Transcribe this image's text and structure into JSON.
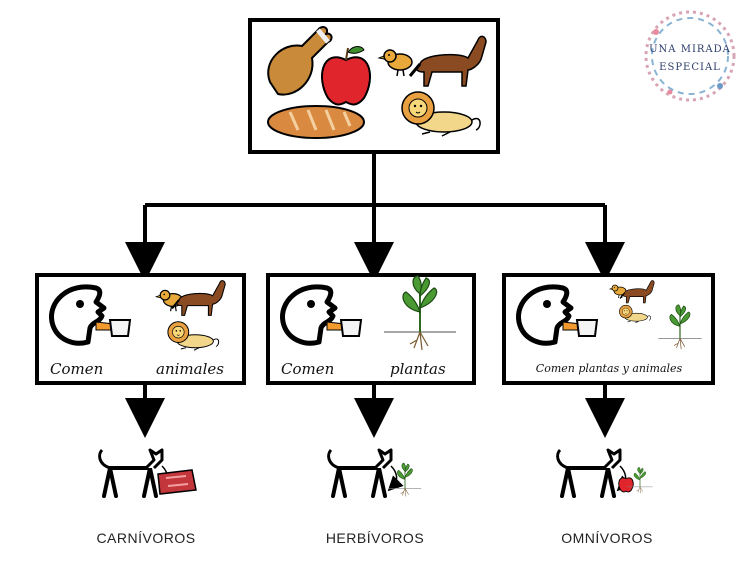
{
  "logo": {
    "line1": "UNA MIRADA",
    "line2": "ESPECIAL"
  },
  "boxes": [
    {
      "verb": "Comen",
      "object": "animales"
    },
    {
      "verb": "Comen",
      "object": "plantas"
    },
    {
      "full_text": "Comen plantas y animales"
    }
  ],
  "categories": [
    {
      "label": "CARNÍVOROS"
    },
    {
      "label": "HERBÍVOROS"
    },
    {
      "label": "OMNÍVOROS"
    }
  ],
  "icons": {
    "top": [
      "chicken-leg-icon",
      "apple-icon",
      "bird-icon",
      "horse-icon",
      "bread-icon",
      "lion-icon"
    ],
    "eat": "eating-face-icon",
    "plant": "plant-icon",
    "result": "cat-eating-icon"
  },
  "colors": {
    "line": "#000000",
    "chicken": "#c98a3a",
    "apple": "#e0262c",
    "horse": "#8a4b22",
    "lion": "#e8b040",
    "bread": "#d98a40",
    "meat": "#c2363c",
    "leaf": "#3f8e2e"
  }
}
